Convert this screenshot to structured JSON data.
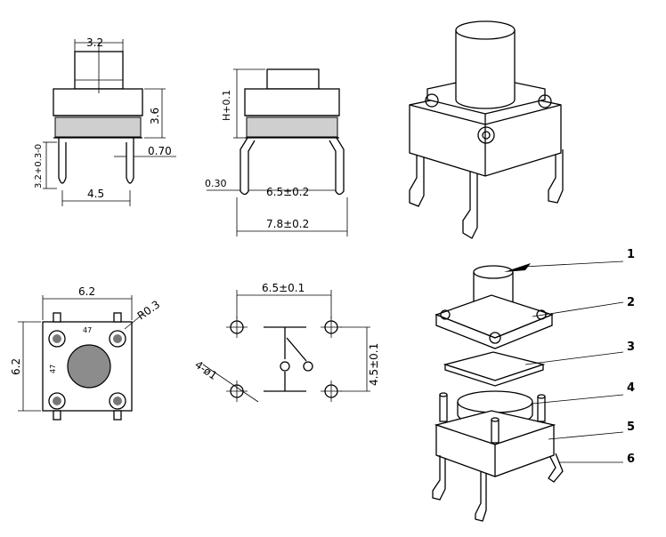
{
  "views": {
    "front": {
      "dim_width": "3.2",
      "dim_height": "3.6",
      "dim_lead_len": "3.2+0.3-0",
      "dim_lead_thk": "0.70",
      "dim_pitch": "4.5"
    },
    "side": {
      "dim_height": "H+0.1",
      "dim_lead_thk": "0.30",
      "dim_inner": "6.5±0.2",
      "dim_outer": "7.8±0.2"
    },
    "top": {
      "dim_width": "6.2",
      "dim_height": "6.2",
      "dim_radius": "R0.3",
      "pad_label_a": "47",
      "pad_label_b": "47"
    },
    "pcb": {
      "dim_pitch_x": "6.5±0.1",
      "dim_pitch_y": "4.5±0.1",
      "dim_holes": "4-ø1"
    },
    "exploded": {
      "callouts": [
        "1",
        "2",
        "3",
        "4",
        "5",
        "6"
      ]
    }
  }
}
